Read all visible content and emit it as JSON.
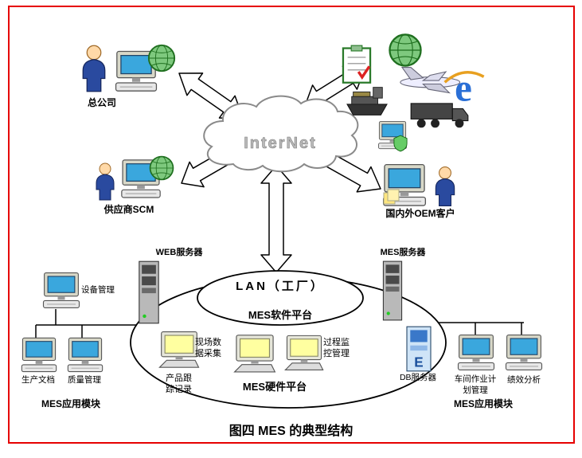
{
  "caption": "图四 MES 的典型结构",
  "cloud_label": "InterNet",
  "nodes": {
    "head_office": "总公司",
    "supplier": "供应商SCM",
    "oem": "国内外OEM客户",
    "web_server": "WEB服务器",
    "mes_server": "MES服务器",
    "db_server": "DB服务器",
    "lan": "LAN（工厂）",
    "software_platform": "MES软件平台",
    "hardware_platform": "MES硬件平台",
    "field_data": "现场数据采集",
    "process_monitor": "过程监控管理",
    "product_tracking": "产品跟踪记录",
    "equipment_mgmt": "设备管理",
    "production_doc": "生产文档",
    "quality_mgmt": "质量管理",
    "left_module_title": "MES应用模块",
    "workshop_plan": "车间作业计划管理",
    "performance_analysis": "绩效分析",
    "right_module_title": "MES应用模块"
  },
  "colors": {
    "frame": "#e60000",
    "cloud_text": "#b9b9b9",
    "arrow_fill": "#ffffff",
    "ellipse_stroke": "#000000"
  }
}
